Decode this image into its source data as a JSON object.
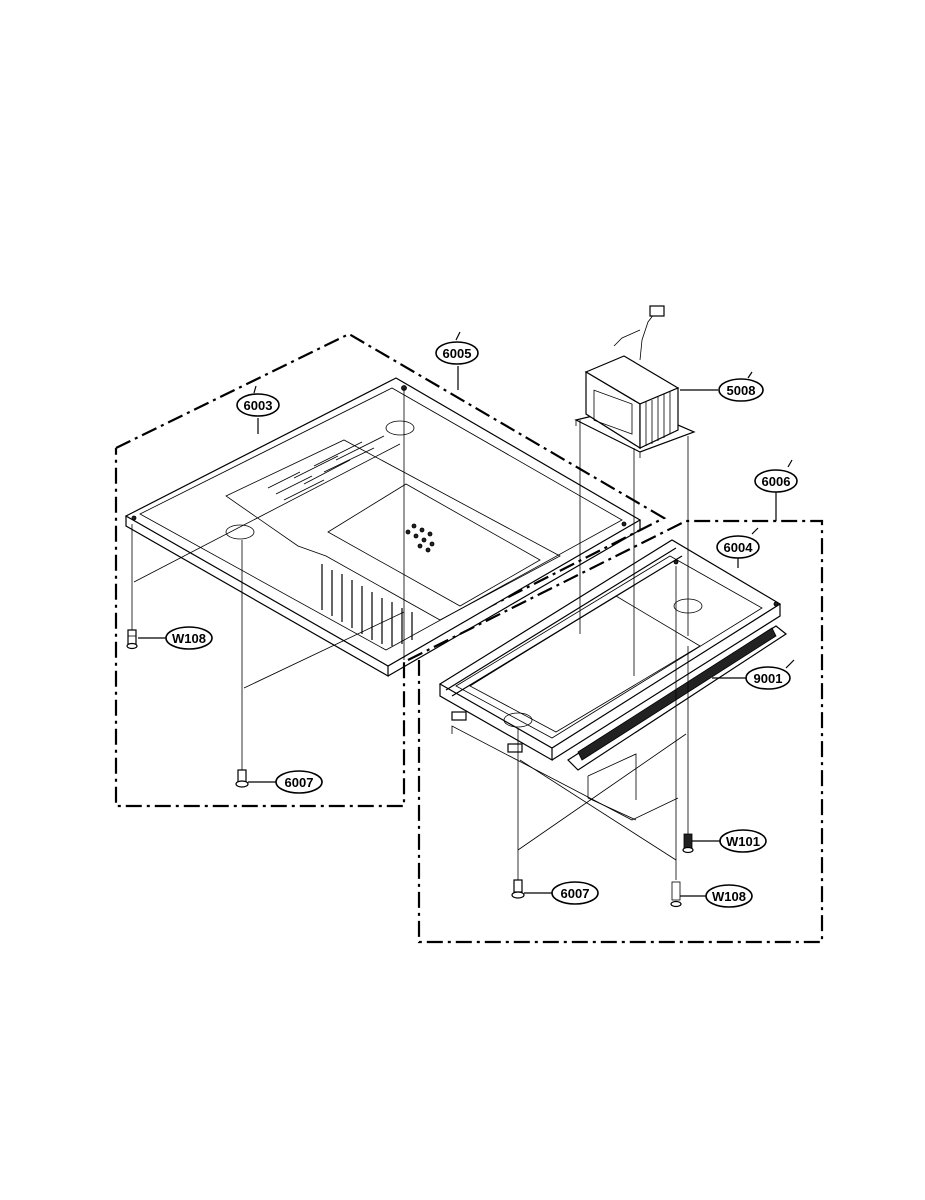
{
  "diagram": {
    "labels": {
      "p6003": "6003",
      "p6005": "6005",
      "p5008": "5008",
      "p6006": "6006",
      "p6004": "6004",
      "p9001": "9001",
      "pW108_left": "W108",
      "p6007_left": "6007",
      "pW101": "W101",
      "p6007_right": "6007",
      "pW108_right": "W108"
    },
    "colors": {
      "ink": "#000000",
      "paper": "#ffffff"
    }
  }
}
